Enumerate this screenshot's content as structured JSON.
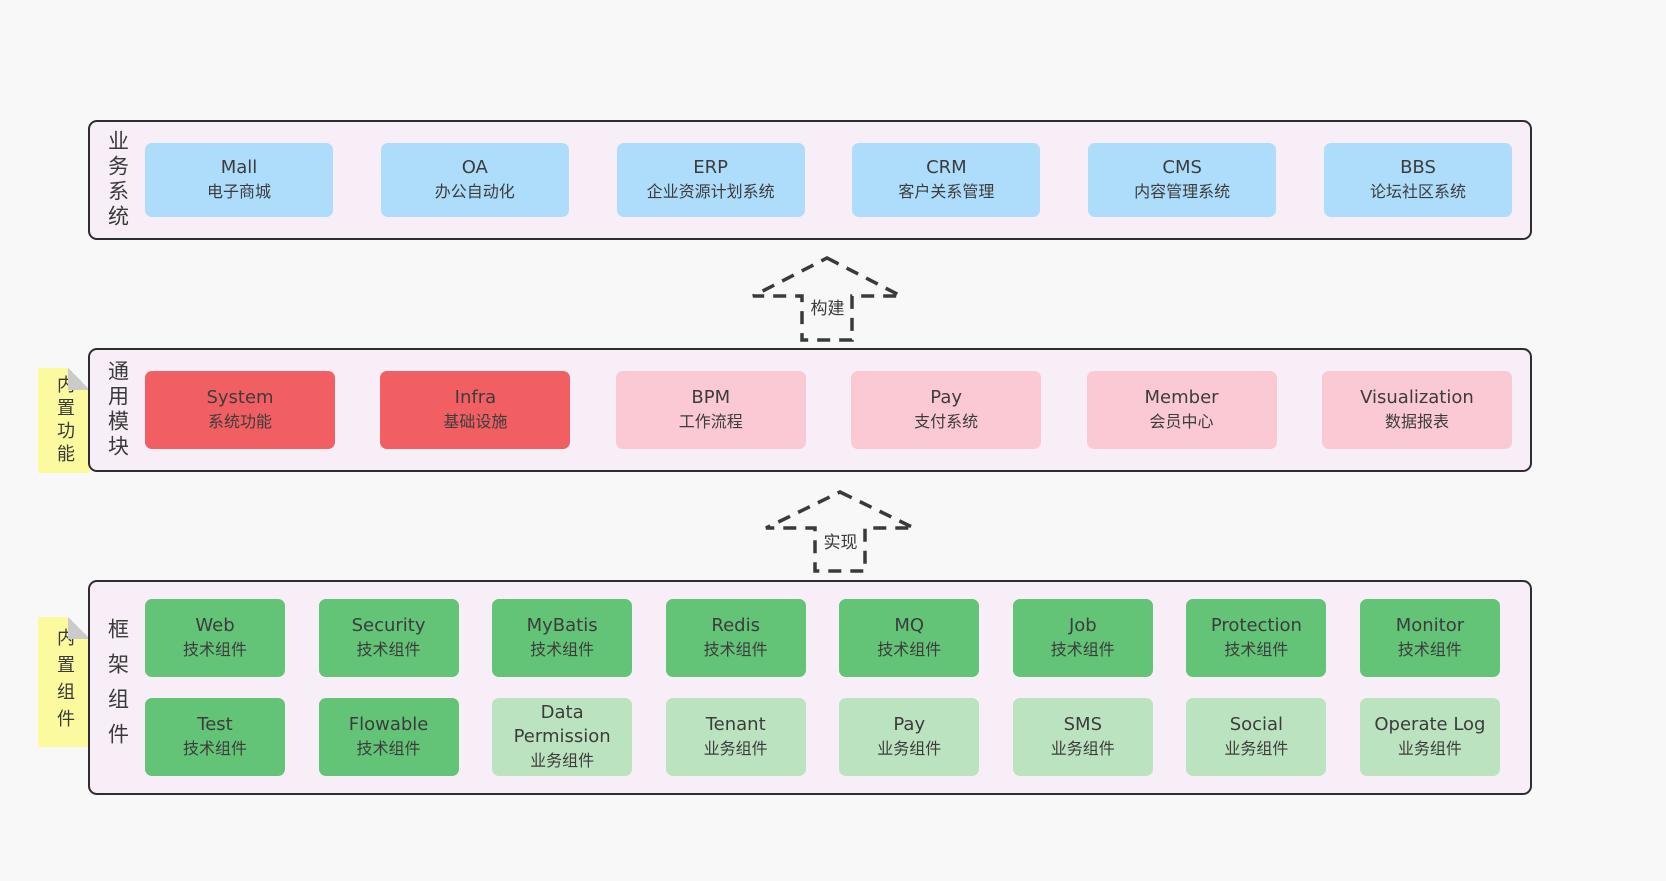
{
  "colors": {
    "blue": "#aeddfb",
    "red": "#f15f63",
    "pink": "#fac9d3",
    "green": "#63c477",
    "lightgreen": "#bce3bf",
    "container_fill": "#f8eef7",
    "note_yellow": "#fbfa9e",
    "background": "#f8f8f8"
  },
  "arrows": [
    {
      "label": "构建"
    },
    {
      "label": "实现"
    }
  ],
  "layers": [
    {
      "id": "business-systems",
      "label": "业务系统",
      "note": null,
      "rows": [
        [
          {
            "name": "Mall",
            "desc": "电子商城",
            "color": "blue"
          },
          {
            "name": "OA",
            "desc": "办公自动化",
            "color": "blue"
          },
          {
            "name": "ERP",
            "desc": "企业资源计划系统",
            "color": "blue"
          },
          {
            "name": "CRM",
            "desc": "客户关系管理",
            "color": "blue"
          },
          {
            "name": "CMS",
            "desc": "内容管理系统",
            "color": "blue"
          },
          {
            "name": "BBS",
            "desc": "论坛社区系统",
            "color": "blue"
          }
        ]
      ]
    },
    {
      "id": "common-modules",
      "label": "通用模块",
      "note": "内置功能",
      "rows": [
        [
          {
            "name": "System",
            "desc": "系统功能",
            "color": "red"
          },
          {
            "name": "Infra",
            "desc": "基础设施",
            "color": "red"
          },
          {
            "name": "BPM",
            "desc": "工作流程",
            "color": "pink"
          },
          {
            "name": "Pay",
            "desc": "支付系统",
            "color": "pink"
          },
          {
            "name": "Member",
            "desc": "会员中心",
            "color": "pink"
          },
          {
            "name": "Visualization",
            "desc": "数据报表",
            "color": "pink"
          }
        ]
      ]
    },
    {
      "id": "framework-components",
      "label": "框架组件",
      "note": "内置组件",
      "rows": [
        [
          {
            "name": "Web",
            "desc": "技术组件",
            "color": "green"
          },
          {
            "name": "Security",
            "desc": "技术组件",
            "color": "green"
          },
          {
            "name": "MyBatis",
            "desc": "技术组件",
            "color": "green"
          },
          {
            "name": "Redis",
            "desc": "技术组件",
            "color": "green"
          },
          {
            "name": "MQ",
            "desc": "技术组件",
            "color": "green"
          },
          {
            "name": "Job",
            "desc": "技术组件",
            "color": "green"
          },
          {
            "name": "Protection",
            "desc": "技术组件",
            "color": "green"
          },
          {
            "name": "Monitor",
            "desc": "技术组件",
            "color": "green"
          }
        ],
        [
          {
            "name": "Test",
            "desc": "技术组件",
            "color": "green"
          },
          {
            "name": "Flowable",
            "desc": "技术组件",
            "color": "green"
          },
          {
            "name": "Data Permission",
            "desc": "业务组件",
            "color": "lightgreen"
          },
          {
            "name": "Tenant",
            "desc": "业务组件",
            "color": "lightgreen"
          },
          {
            "name": "Pay",
            "desc": "业务组件",
            "color": "lightgreen"
          },
          {
            "name": "SMS",
            "desc": "业务组件",
            "color": "lightgreen"
          },
          {
            "name": "Social",
            "desc": "业务组件",
            "color": "lightgreen"
          },
          {
            "name": "Operate Log",
            "desc": "业务组件",
            "color": "lightgreen"
          }
        ]
      ]
    }
  ]
}
